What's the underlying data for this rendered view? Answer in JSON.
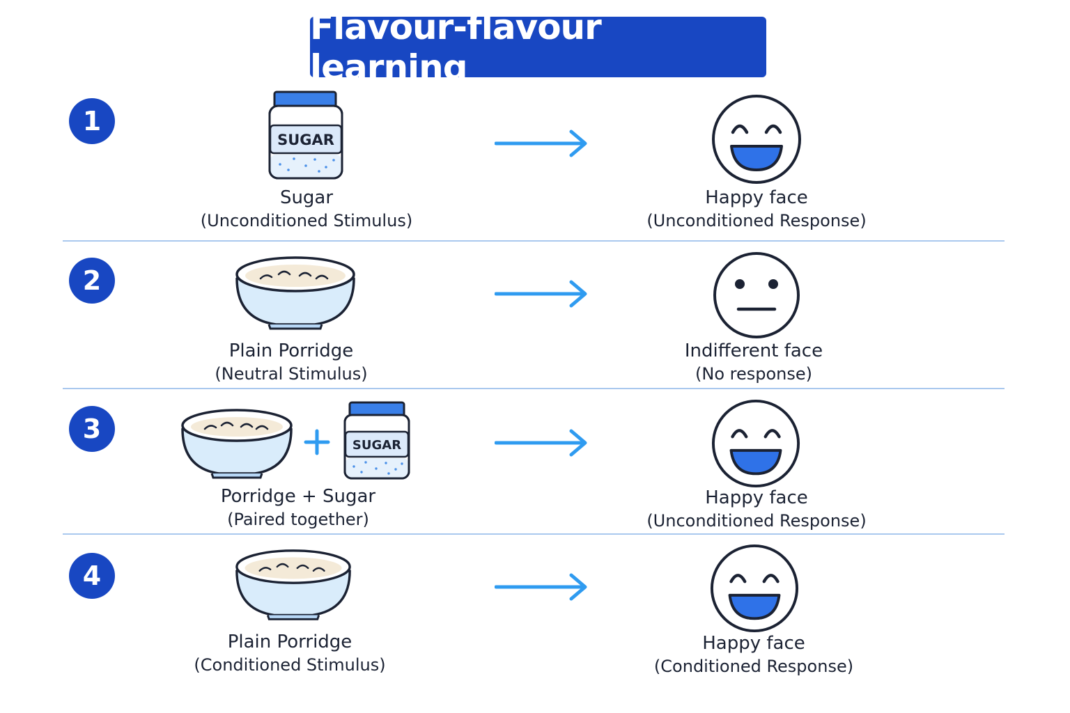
{
  "title": "Flavour-flavour learning",
  "colors": {
    "accent": "#1847c2",
    "arrow": "#2f9bf0",
    "smile": "#2f72e8",
    "bowl_fill": "#d9ecfb",
    "divider": "#a9c8ee"
  },
  "jar_label": "SUGAR",
  "steps": [
    {
      "number": "1",
      "stimulus_icon": "sugar-jar",
      "stimulus_name": "Sugar",
      "stimulus_role": "(Unconditioned Stimulus)",
      "response_icon": "happy-face",
      "response_name": "Happy face",
      "response_role": "(Unconditioned Response)"
    },
    {
      "number": "2",
      "stimulus_icon": "porridge-bowl",
      "stimulus_name": "Plain Porridge",
      "stimulus_role": "(Neutral Stimulus)",
      "response_icon": "indifferent-face",
      "response_name": "Indifferent face",
      "response_role": "(No response)"
    },
    {
      "number": "3",
      "stimulus_icon": "porridge-plus-sugar",
      "stimulus_name": "Porridge + Sugar",
      "stimulus_role": "(Paired together)",
      "response_icon": "happy-face",
      "response_name": "Happy face",
      "response_role": "(Unconditioned Response)"
    },
    {
      "number": "4",
      "stimulus_icon": "porridge-bowl",
      "stimulus_name": "Plain Porridge",
      "stimulus_role": "(Conditioned Stimulus)",
      "response_icon": "happy-face",
      "response_name": "Happy face",
      "response_role": "(Conditioned Response)"
    }
  ]
}
